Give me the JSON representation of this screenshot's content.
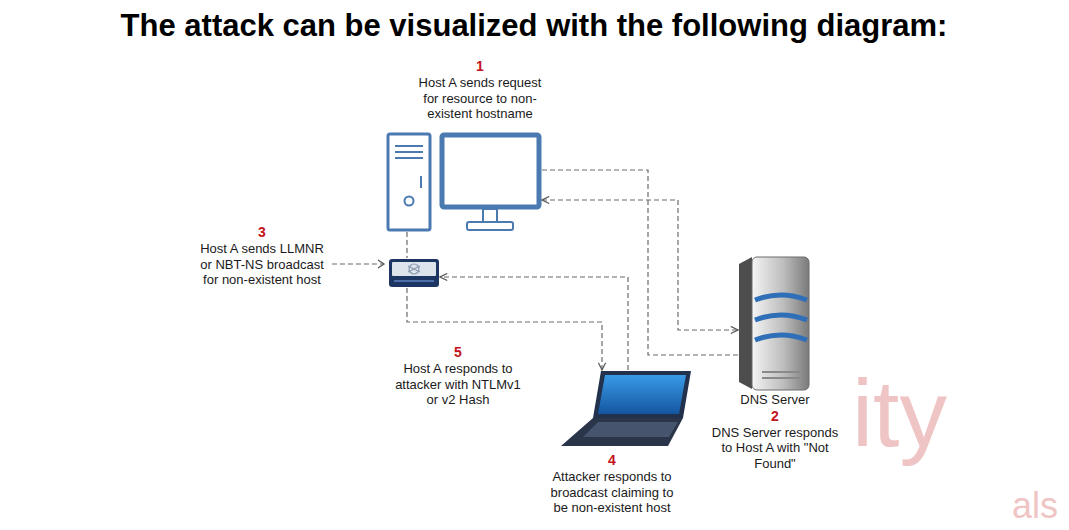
{
  "diagram": {
    "title": "The attack can be visualized with the following diagram:",
    "nodes": [
      {
        "text": [
          "1",
          "Host A sends request for resource to non-existent hostname"
        ]
      },
      {
        "text": [
          "3",
          "Host A sends LLMNR or NBT-NS broadcast for non-existent host"
        ]
      },
      {
        "text": [
          "DNS Server",
          "2",
          "DNS Server responds to Host A with \"Not Found\""
        ]
      },
      {
        "text": [
          "4",
          "Attacker responds to broadcast claiming to be non-existent host"
        ]
      }
    ],
    "edges": [
      {
        "from": 0,
        "to": 2,
        "arrow": "both"
      },
      {
        "from": 2,
        "to": 0,
        "arrow": "none"
      },
      {
        "from": 0,
        "to": 1,
        "arrow": "none"
      },
      {
        "from": 1,
        "to": 3,
        "arrow": "to"
      },
      {
        "from": 3,
        "to": 1,
        "arrow": "to"
      }
    ],
    "labels": [
      "5",
      "Host A responds to attacker with NTLMv1 or v2 Hash",
      "ity",
      "als"
    ]
  }
}
